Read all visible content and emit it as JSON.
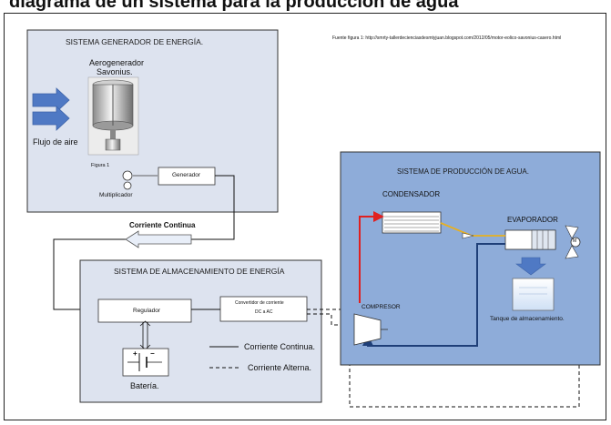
{
  "header": {
    "partial_heading": "diagrama de un sistema para la producción de agua"
  },
  "source_note": "Fuente figura 1: http://smrty-tallerdecienciasdesmtyjuan.blogspot.com/2012/05/motor-eolico-savonius-casero.html",
  "generator_system": {
    "title": "SISTEMA GENERADOR DE ENERGÍA.",
    "turbine_label_line1": "Aerogenerador",
    "turbine_label_line2": "Savonius.",
    "airflow_label": "Flujo de aire",
    "figure_label": "Figura 1",
    "multiplier_label": "Multiplicador",
    "generator_label": "Generador"
  },
  "dc_line_label": "Corriente Continua",
  "storage_system": {
    "title": "SISTEMA DE ALMACENAMIENTO DE ENERGÍA",
    "regulator_label": "Regulador",
    "converter_line1": "Convertidor de corriente",
    "converter_line2": "DC a AC",
    "battery_label": "Batería.",
    "battery_plus": "+",
    "battery_minus": "−"
  },
  "legend": {
    "dc": "Corriente Continua.",
    "ac": "Corriente Alterna."
  },
  "water_system": {
    "title": "SISTEMA DE PRODUCCIÓN DE AGUA.",
    "condenser_label": "CONDENSADOR",
    "evaporator_label": "EVAPORADOR",
    "compressor_label": "COMPRESOR",
    "tank_label": "Tanque de almacenamiento.",
    "fan_motor_label": "M"
  },
  "colors": {
    "generator_box": "#dde3ef",
    "storage_box": "#dde3ef",
    "water_box": "#8eacd9",
    "hot_line": "#e02020",
    "cold_line": "#1f3f78",
    "yellow_line": "#e8b020",
    "arrow_fill": "#4f79c4"
  }
}
